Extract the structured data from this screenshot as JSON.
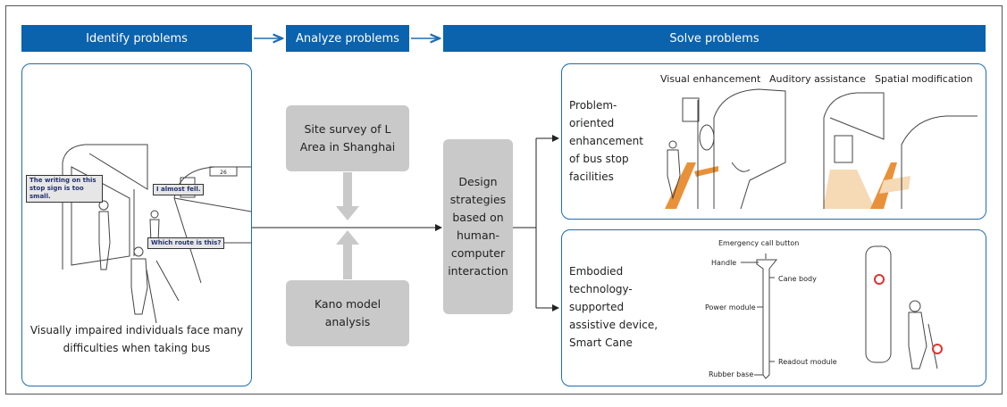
{
  "headers": {
    "identify": "Identify problems",
    "analyze": "Analyze problems",
    "solve": "Solve problems"
  },
  "identify_panel": {
    "bubbles": [
      "The writing on this stop sign is too small.",
      "I almost fell.",
      "Which route is this?"
    ],
    "bus_number": "26",
    "caption": "Visually impaired individuals face many difficulties when taking bus"
  },
  "analyze": {
    "site_survey": "Site survey of L Area  in Shanghai",
    "kano": "Kano model analysis"
  },
  "design_strategies": "Design strategies based on human-computer interaction",
  "solution_1": {
    "title": "Problem-oriented enhancement of bus stop facilities",
    "labels": [
      "Visual enhancement",
      "Auditory assistance",
      "Spatial modification"
    ]
  },
  "solution_2": {
    "title": "Embodied technology-supported assistive device, Smart Cane",
    "cane_parts": {
      "emergency": "Emergency call button",
      "handle": "Handle",
      "body": "Cane body",
      "power": "Power module",
      "readout": "Readout module",
      "base": "Rubber base"
    }
  },
  "colors": {
    "header_blue": "#0b62ad",
    "panel_border": "#1f6db3",
    "gray_box": "#c9c9c9",
    "tactile_orange": "#e8913a"
  }
}
